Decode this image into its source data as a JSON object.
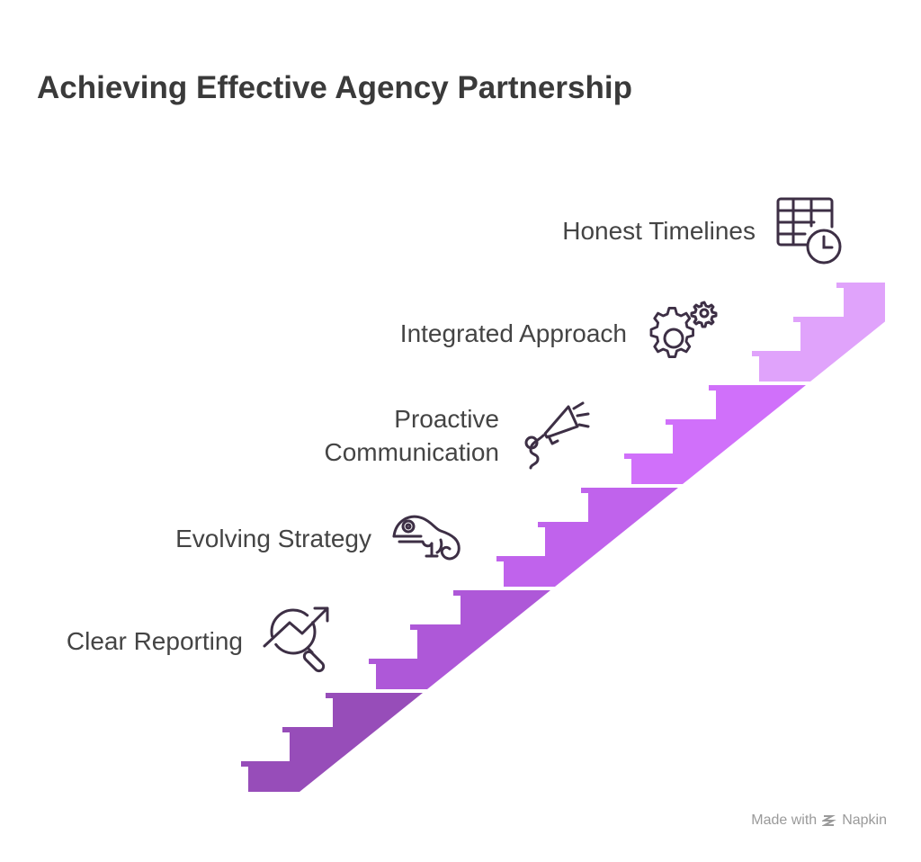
{
  "title": "Achieving Effective Agency Partnership",
  "steps": [
    {
      "label": "Clear Reporting",
      "icon": "analysis-chart-magnifier-icon",
      "color": "#974db9"
    },
    {
      "label": "Evolving Strategy",
      "icon": "chameleon-icon",
      "color": "#ae58d8"
    },
    {
      "label_line1": "Proactive",
      "label_line2": "Communication",
      "icon": "megaphone-icon",
      "color": "#c063ec"
    },
    {
      "label": "Integrated Approach",
      "icon": "gears-icon",
      "color": "#d070fa"
    },
    {
      "label": "Honest Timelines",
      "icon": "calendar-clock-icon",
      "color": "#e0a3fb"
    }
  ],
  "footer": {
    "made_with": "Made with",
    "brand": "Napkin"
  }
}
